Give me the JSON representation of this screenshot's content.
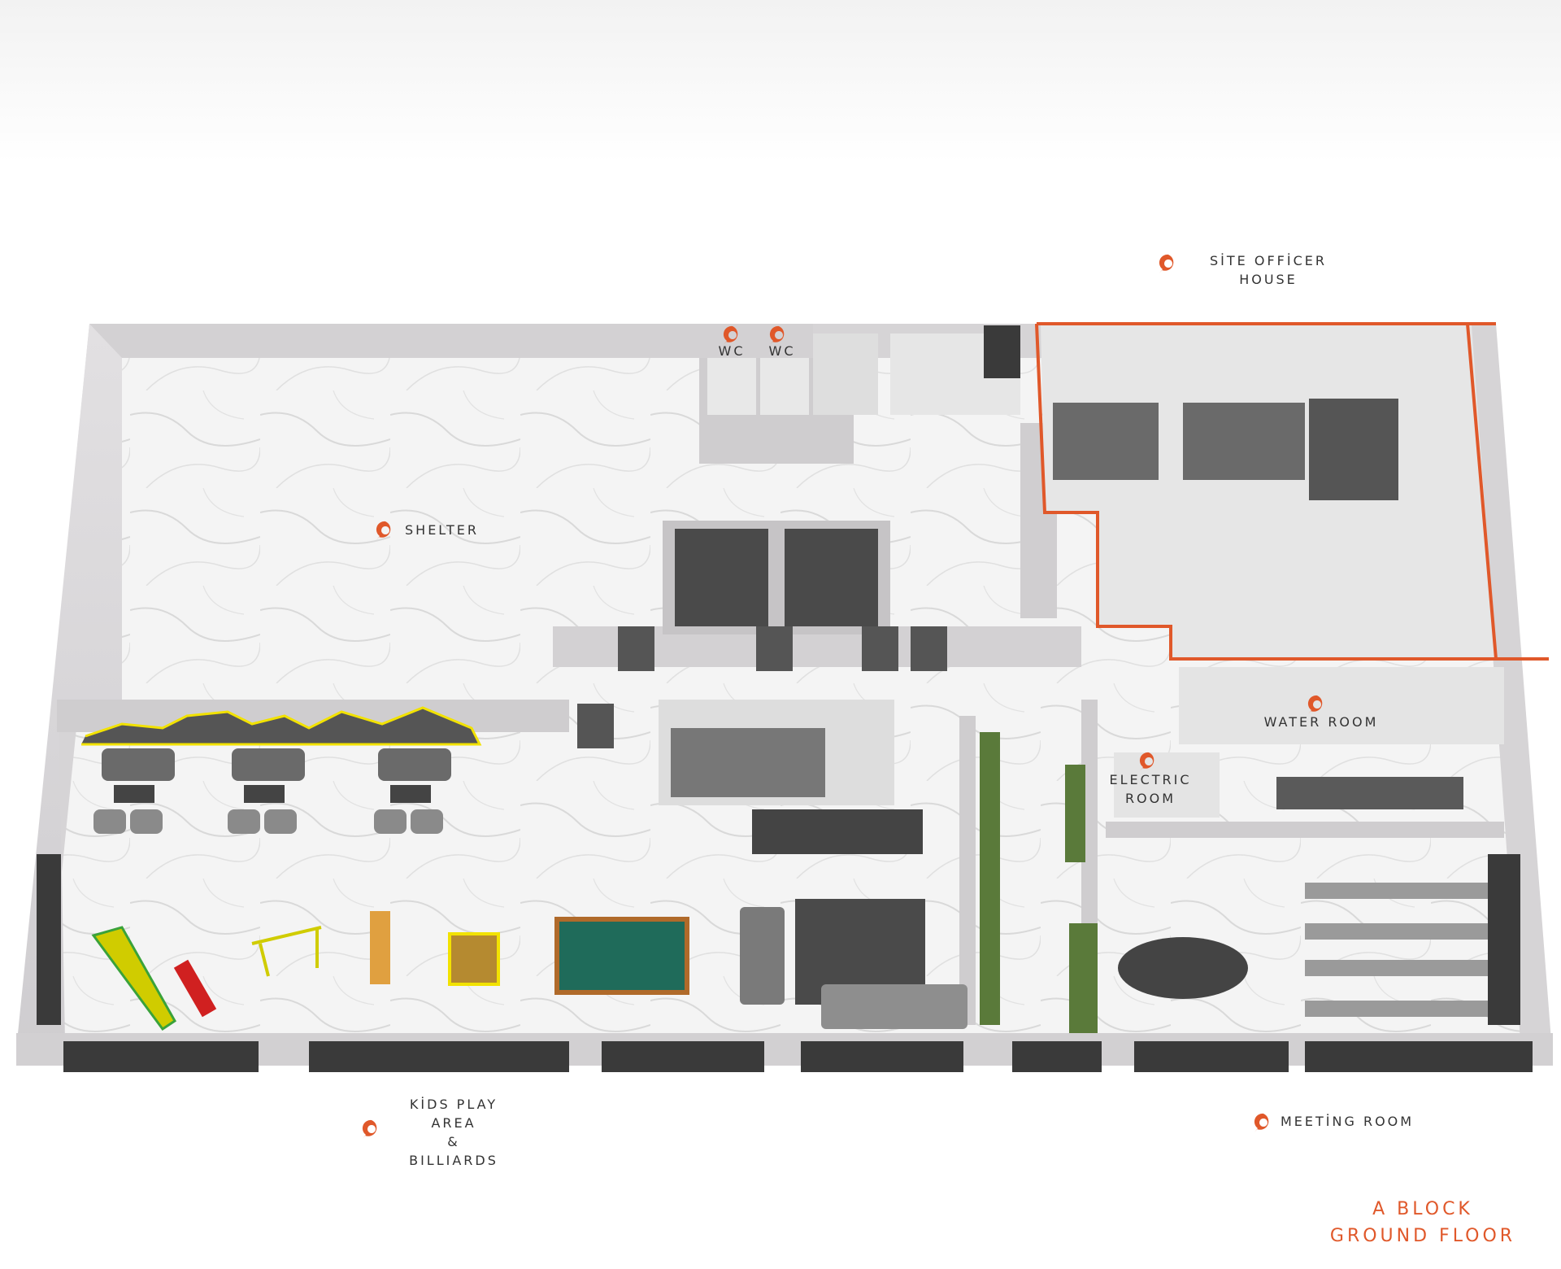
{
  "colors": {
    "accent": "#e0582a",
    "wall": "#d8d6d8",
    "wall_top": "#c9c7c9",
    "floor": "#f3f3f3",
    "window": "#3a3a3a",
    "planter": "#5a7a3a",
    "highlight": "#f2e200"
  },
  "pin_icon": "location-pin-icon",
  "labels": {
    "site_officer_house": [
      "SİTE OFFİCER",
      "HOUSE"
    ],
    "wc_1": "WC",
    "wc_2": "WC",
    "shelter": "SHELTER",
    "water_room": "WATER ROOM",
    "electric_room": [
      "ELECTRIC",
      "ROOM"
    ],
    "kids_play_area": [
      "KİDS PLAY",
      "AREA",
      "&",
      "BILLIARDS"
    ],
    "meeting_room": "MEETİNG ROOM"
  },
  "block_title": [
    "A BLOCK",
    "GROUND FLOOR"
  ]
}
